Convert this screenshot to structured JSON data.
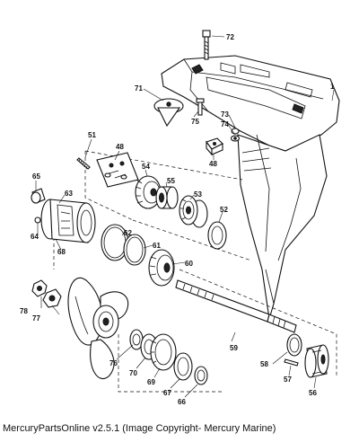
{
  "caption": "MercuryPartsOnline v2.5.1 (Image Copyright- Mercury Marine)",
  "parts": [
    {
      "id": "1",
      "label": "1"
    },
    {
      "id": "48a",
      "label": "48"
    },
    {
      "id": "48b",
      "label": "48"
    },
    {
      "id": "51",
      "label": "51"
    },
    {
      "id": "52",
      "label": "52"
    },
    {
      "id": "53",
      "label": "53"
    },
    {
      "id": "54",
      "label": "54"
    },
    {
      "id": "55",
      "label": "55"
    },
    {
      "id": "56a",
      "label": "56"
    },
    {
      "id": "56b",
      "label": "56"
    },
    {
      "id": "57",
      "label": "57"
    },
    {
      "id": "59",
      "label": "59"
    },
    {
      "id": "60",
      "label": "60"
    },
    {
      "id": "61",
      "label": "61"
    },
    {
      "id": "62",
      "label": "62"
    },
    {
      "id": "63",
      "label": "63"
    },
    {
      "id": "64",
      "label": "64"
    },
    {
      "id": "65",
      "label": "65"
    },
    {
      "id": "66",
      "label": "66"
    },
    {
      "id": "67",
      "label": "67"
    },
    {
      "id": "68",
      "label": "68"
    },
    {
      "id": "69",
      "label": "69"
    },
    {
      "id": "70",
      "label": "70"
    },
    {
      "id": "71",
      "label": "71"
    },
    {
      "id": "72",
      "label": "72"
    },
    {
      "id": "73",
      "label": "73"
    },
    {
      "id": "74",
      "label": "74"
    },
    {
      "id": "75",
      "label": "75"
    },
    {
      "id": "76",
      "label": "76"
    },
    {
      "id": "77",
      "label": "77"
    },
    {
      "id": "78",
      "label": "78"
    }
  ]
}
